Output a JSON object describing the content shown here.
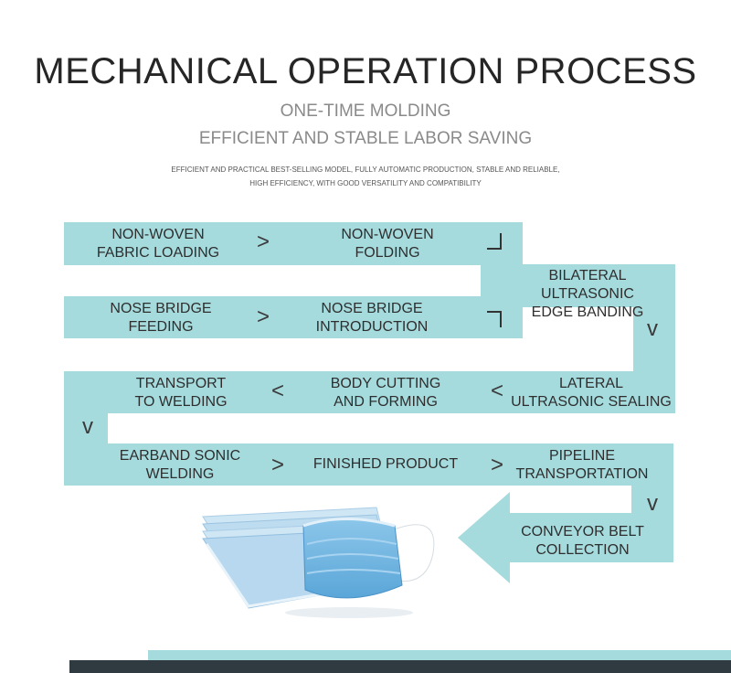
{
  "header": {
    "title": "MECHANICAL OPERATION PROCESS",
    "subtitle_1": "ONE-TIME MOLDING",
    "subtitle_2": "EFFICIENT AND STABLE LABOR SAVING",
    "tagline_1": "EFFICIENT AND PRACTICAL BEST-SELLING MODEL, FULLY AUTOMATIC PRODUCTION, STABLE AND RELIABLE,",
    "tagline_2": "HIGH EFFICIENCY, WITH GOOD VERSATILITY AND COMPATIBILITY"
  },
  "steps": {
    "s1": "NON-WOVEN\nFABRIC LOADING",
    "s2": "NON-WOVEN\nFOLDING",
    "s3": "BILATERAL ULTRASONIC\nEDGE BANDING",
    "s4": "NOSE BRIDGE\nFEEDING",
    "s5": "NOSE BRIDGE\nINTRODUCTION",
    "s6": "TRANSPORT\nTO WELDING",
    "s7": "BODY CUTTING\nAND FORMING",
    "s8": "LATERAL\nULTRASONIC SEALING",
    "s9": "EARBAND SONIC\nWELDING",
    "s10": "FINISHED PRODUCT",
    "s11": "PIPELINE\nTRANSPORTATION",
    "s12": "CONVEYOR BELT\nCOLLECTION"
  },
  "arrows": {
    "right": ">",
    "left": "<",
    "down": "v"
  },
  "colors": {
    "band": "#a6dbde",
    "text": "#2e2e2e",
    "title": "#262626",
    "footer_dark": "#2f3b40"
  },
  "image": {
    "icon": "face-mask-stack-icon"
  }
}
